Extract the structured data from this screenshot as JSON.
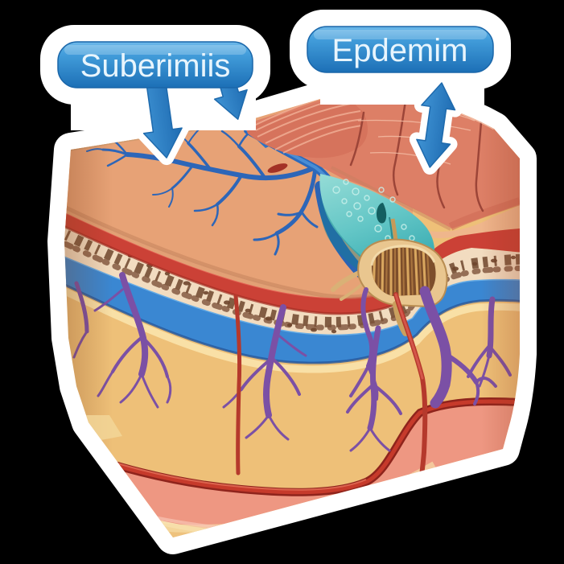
{
  "scene": {
    "type": "anatomical skin cross-section sticker illustration",
    "background_color": "#000000",
    "sticker_border_color": "#ffffff"
  },
  "labels": {
    "left": {
      "text": "Suberimiis"
    },
    "right": {
      "text": "Epdemim"
    }
  },
  "label_style": {
    "fill_top": "#5fb0e4",
    "fill_bottom": "#1e72b9",
    "text_color": "#e8f5fd"
  },
  "arrows": {
    "color": "#2e80c8",
    "left_main": "down onto skin surface",
    "left_small": "down-right toward crevice",
    "right_double": "double-headed between label and epidermis ridge"
  },
  "anatomy": {
    "top_surface": {
      "name": "skin surface",
      "color": "#efb88e"
    },
    "surface_vessels": {
      "name": "blue vessel tree",
      "color": "#2d66b8"
    },
    "epidermis_ridge": {
      "name": "raised epidermis blocks",
      "color": "#ec9a7f"
    },
    "striated_tissue": {
      "name": "striated dermal tissue",
      "color": "#d6735c"
    },
    "pore_channel": {
      "name": "teal pore channel",
      "color": "#63c6c6"
    },
    "hair_follicle": {
      "name": "hair follicle bulb",
      "rim_color": "#e9c68f",
      "cavity_color": "#7d4e2b"
    },
    "layers": [
      {
        "name": "red dermis band",
        "color": "#cb4136"
      },
      {
        "name": "speckled connective band",
        "color": "#f2dcc0"
      },
      {
        "name": "blue vessel band",
        "color": "#3a87d2"
      },
      {
        "name": "subcutaneous fat",
        "color": "#f6d38c"
      },
      {
        "name": "red blood vessel",
        "color": "#b5392c"
      },
      {
        "name": "pink muscle band",
        "color": "#f2a592"
      },
      {
        "name": "base tissue",
        "color": "#eec27d"
      }
    ],
    "nerves": {
      "name": "purple nerve trees",
      "color": "#7b50a5"
    }
  }
}
